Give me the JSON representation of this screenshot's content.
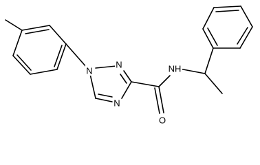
{
  "molecule": {
    "atoms": {
      "n1": "N",
      "n2": "N",
      "n4": "N",
      "amide_n": "NH",
      "carbonyl_o": "O"
    }
  },
  "colors": {
    "bond": "#000000",
    "label": "#000000",
    "background": "#ffffff"
  }
}
